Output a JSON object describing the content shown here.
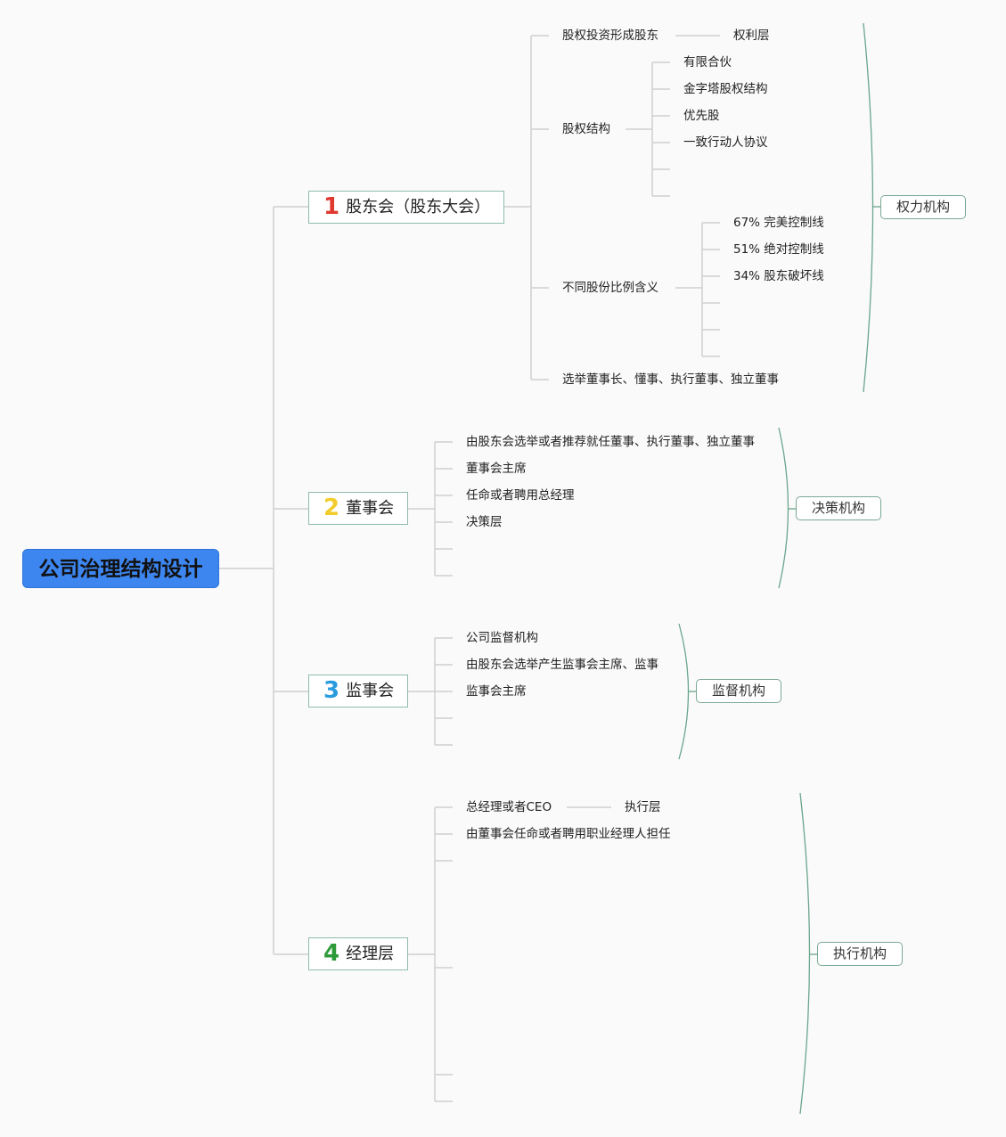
{
  "root": {
    "label": "公司治理结构设计"
  },
  "branches": [
    {
      "num": "1",
      "label": "股东会（股东大会）",
      "color": "#e0392f",
      "items": [
        {
          "label": "股权投资形成股东",
          "child": "权利层"
        },
        {
          "label": "股权结构",
          "children": [
            "有限合伙",
            "金字塔股权结构",
            "优先股",
            "一致行动人协议"
          ]
        },
        {
          "label": "不同股份比例含义",
          "children": [
            "67% 完美控制线",
            "51% 绝对控制线",
            "34% 股东破坏线"
          ]
        },
        {
          "label": "选举董事长、懂事、执行董事、独立董事"
        }
      ],
      "summary": "权力机构"
    },
    {
      "num": "2",
      "label": "董事会",
      "color": "#f2cc2b",
      "items": [
        "由股东会选举或者推荐就任董事、执行董事、独立董事",
        "董事会主席",
        "任命或者聘用总经理",
        "决策层"
      ],
      "summary": "决策机构"
    },
    {
      "num": "3",
      "label": "监事会",
      "color": "#2b9be0",
      "items": [
        "公司监督机构",
        "由股东会选举产生监事会主席、监事",
        "监事会主席"
      ],
      "summary": "监督机构"
    },
    {
      "num": "4",
      "label": "经理层",
      "color": "#2e9b3a",
      "items": [
        {
          "label": "总经理或者CEO",
          "child": "执行层"
        },
        {
          "label": "由董事会任命或者聘用职业经理人担任"
        }
      ],
      "summary": "执行机构"
    }
  ],
  "colors": {
    "line": "#cfcfcf",
    "bracket": "#6aa58c",
    "root_bg": "#3d86f0"
  }
}
